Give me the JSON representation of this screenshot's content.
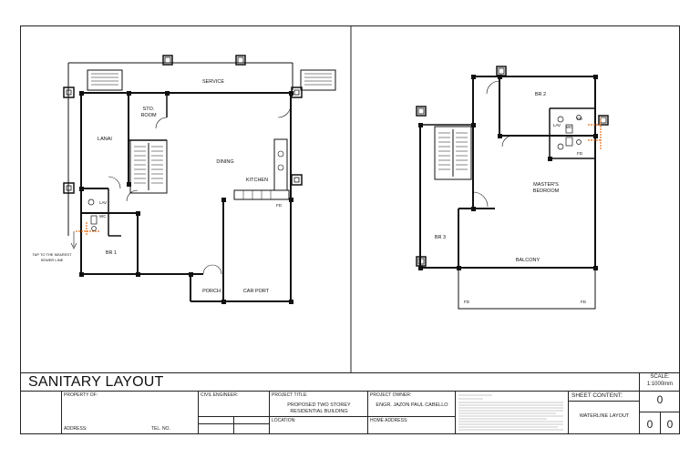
{
  "plans": {
    "ground": {
      "service": "SERVICE",
      "sto_room": [
        "STO.",
        "ROOM"
      ],
      "lanai": "LANAI",
      "dining": "DINING",
      "kitchen": "KITCHEN",
      "br1": "BR 1",
      "porch": "PORCH",
      "car_port": "CAR PORT",
      "fd": "FD",
      "lav": "LAV",
      "wc": "WC",
      "sewer_note": [
        "TAP TO THE NEAREST",
        "SEWER LINE"
      ]
    },
    "second": {
      "br2": "BR 2",
      "master": [
        "MASTER'S",
        "BEDROOM"
      ],
      "br3": "BR 3",
      "balcony": "BALCONY",
      "fd_left": "FD",
      "fd_right": "FD",
      "fd_top": "FD",
      "fd_mid": "FD",
      "lav": "LAV",
      "wc": "WC"
    }
  },
  "title_block": {
    "sheet_title": "SANITARY LAYOUT",
    "property_of": "PROPERTY OF:",
    "address": "ADDRESS:",
    "tel_no": "TEL. NO.",
    "civil_engineer": "CIVIL ENGINEER:",
    "project_title_label": "PROJECT TITLE:",
    "project_title": [
      "PROPOSED TWO STOREY",
      "RESIDENTIAL BUILDING"
    ],
    "location_label": "LOCATION:",
    "project_owner_label": "PROJECT OWNER:",
    "project_owner": "ENGR. JAZON PAUL CABELLO",
    "home_address_label": "HOME ADDRESS:",
    "sheet_content_label": "SHEET CONTENT:",
    "sheet_content_value": "WATERLINE LAYOUT",
    "sheet_number": "0",
    "sheet_index_left": "0",
    "sheet_index_right": "0",
    "scale_label": "SCALE:",
    "scale_value": "1:1000mm"
  }
}
